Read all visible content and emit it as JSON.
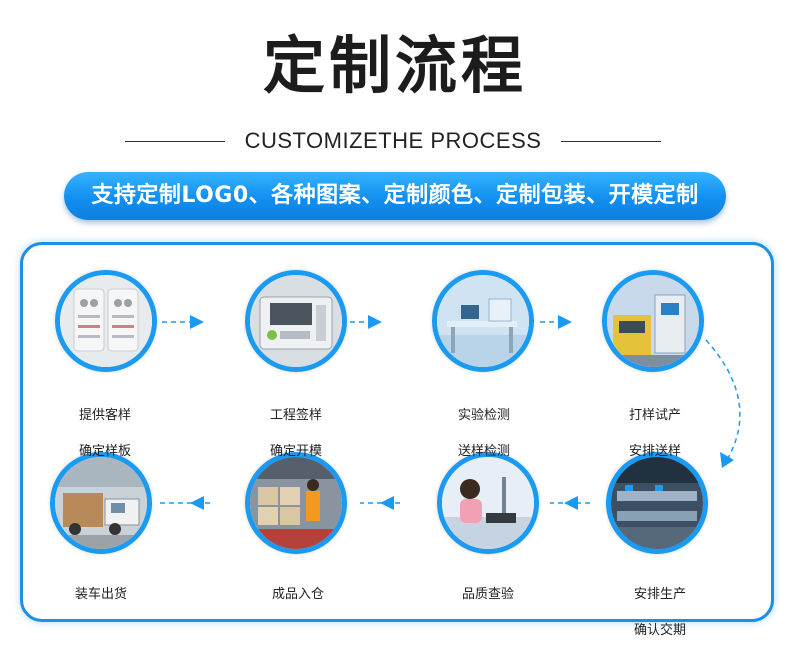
{
  "header": {
    "title": "定制流程",
    "subtitle": "CUSTOMIZETHE PROCESS",
    "banner": "支持定制LOG0、各种图案、定制颜色、定制包装、开模定制"
  },
  "colors": {
    "accent": "#1a9af0",
    "banner_top": "#34b3ff",
    "banner_bottom": "#0d7fe0"
  },
  "steps": [
    {
      "line1": "提供客样",
      "line2": "确定样板"
    },
    {
      "line1": "工程签样",
      "line2": "确定开模"
    },
    {
      "line1": "实验检测",
      "line2": "送样检测"
    },
    {
      "line1": "打样试产",
      "line2": "安排送样"
    },
    {
      "line1": "安排生产",
      "line2": "确认交期"
    },
    {
      "line1": "品质查验",
      "line2": ""
    },
    {
      "line1": "成品入仓",
      "line2": ""
    },
    {
      "line1": "装车出货",
      "line2": ""
    }
  ]
}
